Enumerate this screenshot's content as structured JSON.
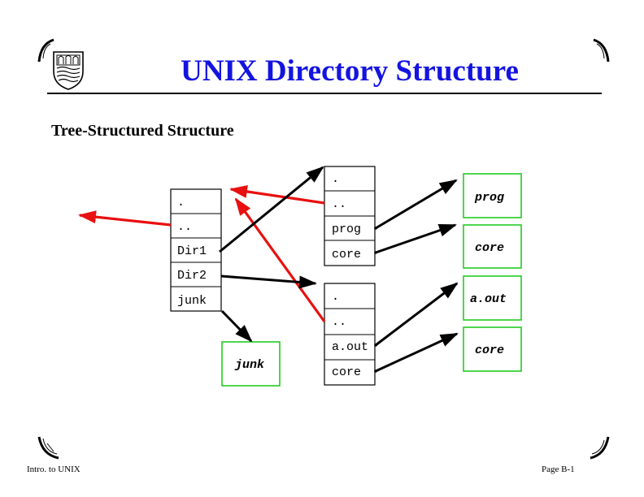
{
  "slide": {
    "title": "UNIX Directory Structure",
    "subtitle": "Tree-Structured Structure",
    "footer_left": "Intro. to UNIX",
    "footer_right": "Page B-1"
  },
  "directories": {
    "root": [
      ".",
      "..",
      "Dir1",
      "Dir2",
      "junk"
    ],
    "dir1": [
      ".",
      "..",
      "prog",
      "core"
    ],
    "dir2": [
      ".",
      "..",
      "a.out",
      "core"
    ]
  },
  "files": {
    "junk": "junk",
    "prog": "prog",
    "core1": "core",
    "aout": "a.out",
    "core2": "core"
  },
  "colors": {
    "title": "#1414e0",
    "parent_link": "#e81010",
    "file_border": "#22cc22",
    "arrow": "#000000"
  },
  "icons": {
    "crest": "university-crest-icon",
    "corners": [
      "corner-mark-icon"
    ]
  }
}
